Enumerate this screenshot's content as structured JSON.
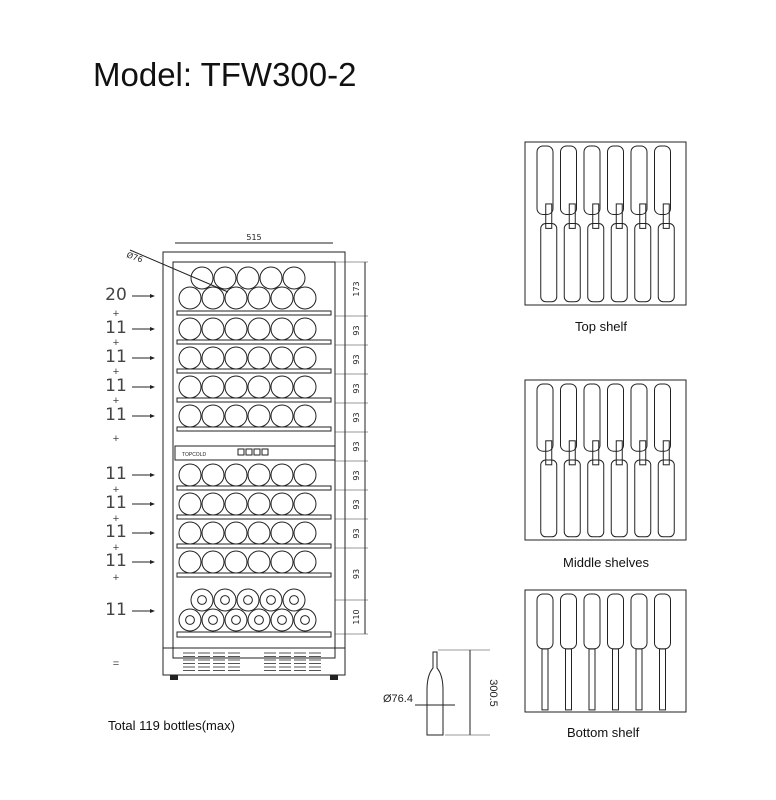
{
  "title": "Model: TFW300-2",
  "total_label": "Total 119 bottles(max)",
  "width_dim": "515",
  "bottle_diameter_dim": "Ø76",
  "height_dims": [
    "173",
    "93",
    "93",
    "93",
    "93",
    "93",
    "93",
    "93",
    "93",
    "93",
    "110"
  ],
  "row_counts": [
    "20",
    "11",
    "11",
    "11",
    "11",
    "11",
    "11",
    "11",
    "11",
    "11"
  ],
  "plus_sign": "+",
  "equals_sign": "=",
  "brand_text": "TOPCOLD",
  "bottle_diameter": "Ø76.4",
  "bottle_height": "300.5",
  "shelf_views": [
    {
      "label": "Top shelf"
    },
    {
      "label": "Middle shelves"
    },
    {
      "label": "Bottom shelf"
    }
  ]
}
